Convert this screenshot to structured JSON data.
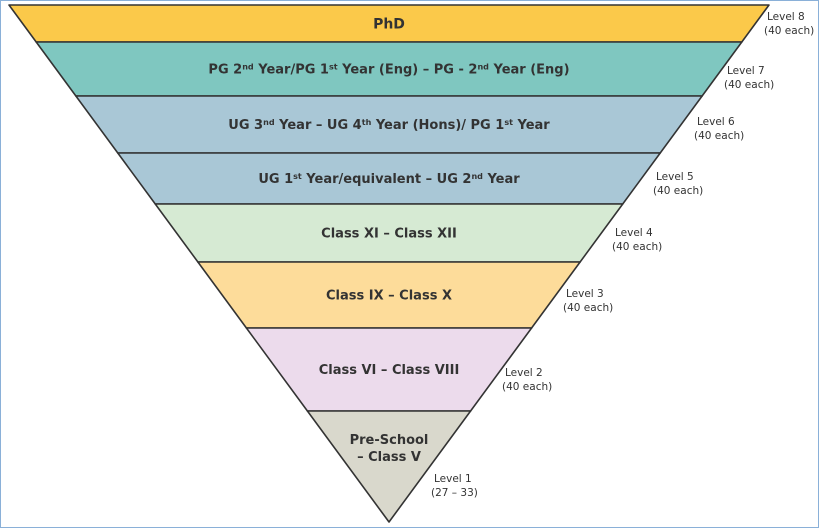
{
  "pyramid": {
    "segments": [
      {
        "level": "Level 8",
        "count": "(40 each)",
        "color": "#fbc94a",
        "lines": [
          [
            {
              "t": "PhD"
            }
          ]
        ]
      },
      {
        "level": "Level 7",
        "count": "(40 each)",
        "color": "#7fc7c0",
        "lines": [
          [
            {
              "t": "PG 2"
            },
            {
              "t": "nd",
              "sup": true
            },
            {
              "t": " Year/PG 1"
            },
            {
              "t": "st",
              "sup": true
            },
            {
              "t": " Year (Eng) – PG - 2"
            },
            {
              "t": "nd",
              "sup": true
            },
            {
              "t": " Year (Eng)"
            }
          ]
        ]
      },
      {
        "level": "Level 6",
        "count": "(40 each)",
        "color": "#a9c7d6",
        "lines": [
          [
            {
              "t": "UG 3"
            },
            {
              "t": "nd",
              "sup": true
            },
            {
              "t": " Year –  UG 4"
            },
            {
              "t": "th",
              "sup": true
            },
            {
              "t": " Year (Hons)/ PG 1"
            },
            {
              "t": "st",
              "sup": true
            },
            {
              "t": " Year"
            }
          ]
        ]
      },
      {
        "level": "Level 5",
        "count": "(40 each)",
        "color": "#a9c7d6",
        "lines": [
          [
            {
              "t": "UG 1"
            },
            {
              "t": "st",
              "sup": true
            },
            {
              "t": " Year/equivalent – UG 2"
            },
            {
              "t": "nd",
              "sup": true
            },
            {
              "t": " Year"
            }
          ]
        ]
      },
      {
        "level": "Level 4",
        "count": "(40 each)",
        "color": "#d6ead3",
        "lines": [
          [
            {
              "t": "Class XI – Class XII"
            }
          ]
        ]
      },
      {
        "level": "Level 3",
        "count": "(40 each)",
        "color": "#fddc9a",
        "lines": [
          [
            {
              "t": "Class IX – Class X"
            }
          ]
        ]
      },
      {
        "level": "Level 2",
        "count": "(40 each)",
        "color": "#ecdbec",
        "lines": [
          [
            {
              "t": "Class VI – Class VIII"
            }
          ]
        ]
      },
      {
        "level": "Level 1",
        "count": "(27 – 33)",
        "color": "#d9d8cc",
        "lines": [
          [
            {
              "t": "Pre-School"
            }
          ],
          [
            {
              "t": "– Class V"
            }
          ]
        ]
      }
    ],
    "outline_color": "#333333"
  }
}
